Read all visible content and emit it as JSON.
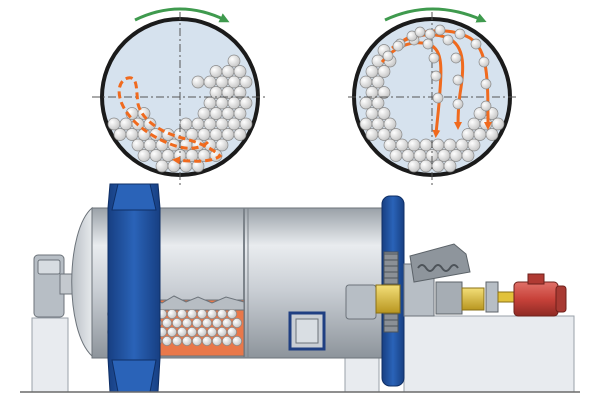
{
  "diagram": {
    "type": "ball-mill-illustration",
    "panels": [
      {
        "id": "cascading",
        "rotation": "clockwise",
        "motion": "cascading"
      },
      {
        "id": "cataracting",
        "rotation": "clockwise",
        "motion": "cataracting"
      }
    ]
  },
  "colors": {
    "background": "#ffffff",
    "drum_fill": "#d6e2ee",
    "ball_fill": "#ececec",
    "ball_stroke": "#8a8a8a",
    "trajectory": "#f06a1e",
    "rotation_arrow": "#3f9a4e",
    "axis_line": "#555555",
    "shell_steel": "#c9ced4",
    "flange_blue": "#1f4f9a",
    "motor_red": "#c8423a",
    "gear_yellow": "#e2c23a",
    "base_concrete": "#e8ebef",
    "floor_line": "#6a6a6a"
  },
  "icons": {
    "rotation": "clockwise-arrow-icon",
    "flow": "trajectory-arrow-icon"
  }
}
